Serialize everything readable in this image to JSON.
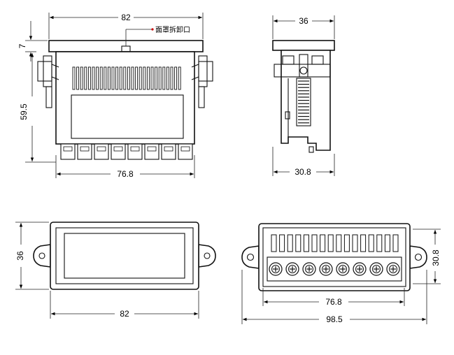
{
  "front_view": {
    "width_label": "82",
    "cover_gap_label": "7",
    "height_label": "59.5",
    "terminal_span_label": "76.8",
    "callout_text": "面罩拆卸口"
  },
  "side_view": {
    "width_label": "36",
    "depth_label": "30.8"
  },
  "panel_view": {
    "height_label": "36",
    "width_label": "82"
  },
  "rear_view": {
    "depth_label": "30.8",
    "terminal_span_label": "76.8",
    "overall_width_label": "98.5"
  },
  "terminal_count": 8
}
